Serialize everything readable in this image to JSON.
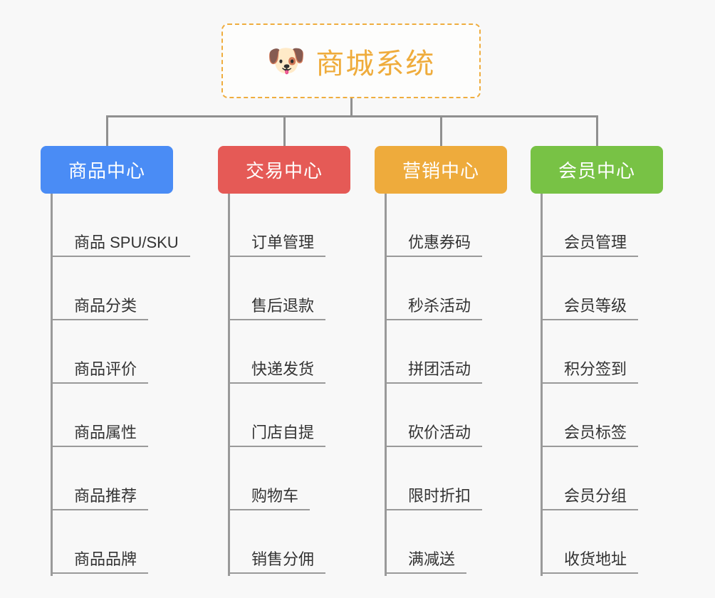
{
  "canvas": {
    "background": "#f8f8f8",
    "line_color": "#909090"
  },
  "root": {
    "icon": "shiba-dog-face-icon",
    "icon_glyph": "🐶",
    "title": "商城系统",
    "title_color": "#efac3c",
    "border_color": "#efad3f",
    "border_style": "dashed"
  },
  "categories": [
    {
      "label": "商品中心",
      "color": "#4a8cf5",
      "items": [
        {
          "label": "商品 SPU/SKU"
        },
        {
          "label": "商品分类"
        },
        {
          "label": "商品评价"
        },
        {
          "label": "商品属性"
        },
        {
          "label": "商品推荐"
        },
        {
          "label": "商品品牌"
        }
      ]
    },
    {
      "label": "交易中心",
      "color": "#e55a56",
      "items": [
        {
          "label": "订单管理"
        },
        {
          "label": "售后退款"
        },
        {
          "label": "快递发货"
        },
        {
          "label": "门店自提"
        },
        {
          "label": "购物车"
        },
        {
          "label": "销售分佣"
        }
      ]
    },
    {
      "label": "营销中心",
      "color": "#eeab3c",
      "items": [
        {
          "label": "优惠券码"
        },
        {
          "label": "秒杀活动"
        },
        {
          "label": "拼团活动"
        },
        {
          "label": "砍价活动"
        },
        {
          "label": "限时折扣"
        },
        {
          "label": "满减送"
        }
      ]
    },
    {
      "label": "会员中心",
      "color": "#78c245",
      "items": [
        {
          "label": "会员管理"
        },
        {
          "label": "会员等级"
        },
        {
          "label": "积分签到"
        },
        {
          "label": "会员标签"
        },
        {
          "label": "会员分组"
        },
        {
          "label": "收货地址"
        }
      ]
    }
  ]
}
